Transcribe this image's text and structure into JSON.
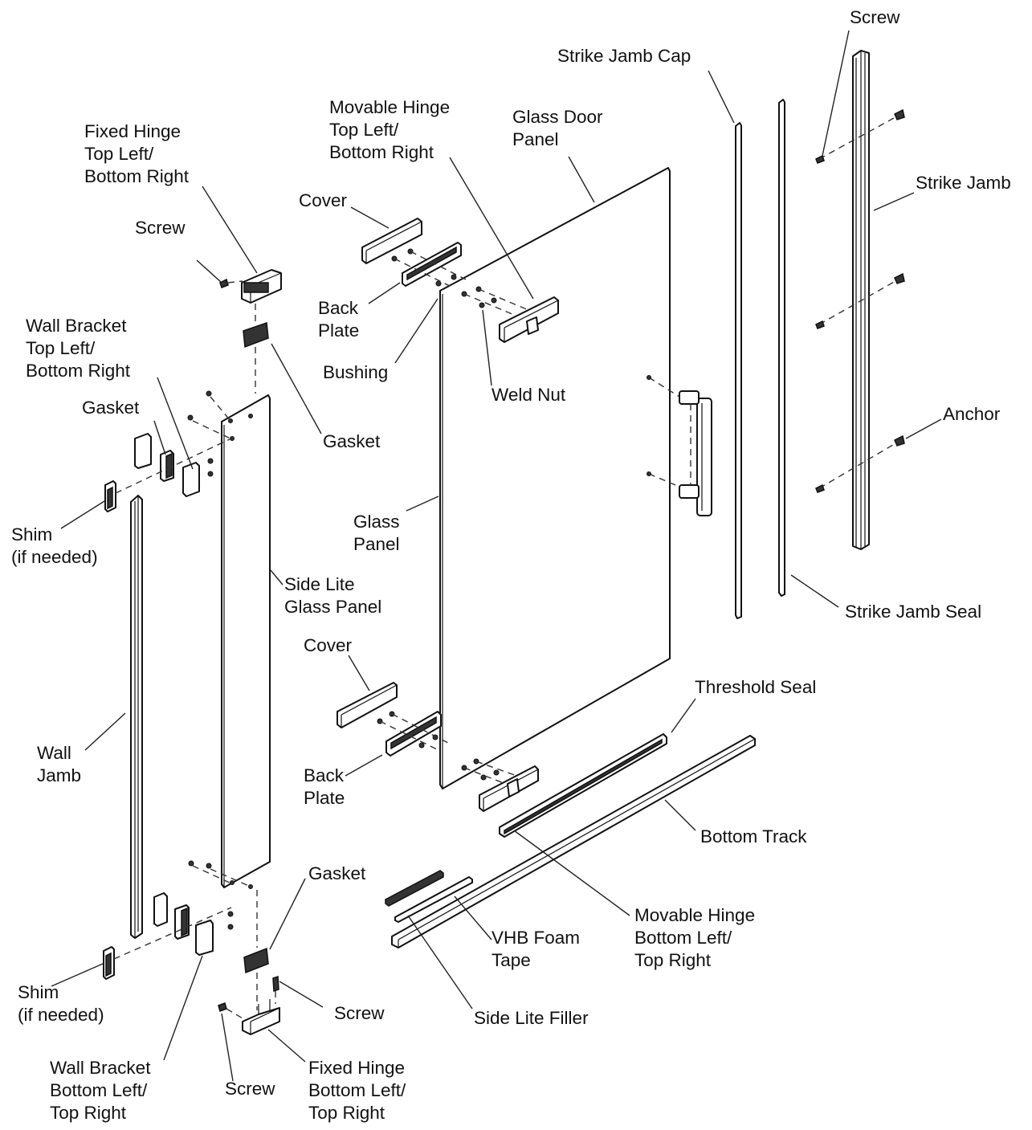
{
  "labels": {
    "screw_top_right": "Screw",
    "strike_jamb_cap": "Strike Jamb Cap",
    "movable_hinge_top": [
      "Movable Hinge",
      "Top Left/",
      "Bottom Right"
    ],
    "glass_door_panel": [
      "Glass Door",
      "Panel"
    ],
    "fixed_hinge_top": [
      "Fixed Hinge",
      "Top Left/",
      "Bottom Right"
    ],
    "strike_jamb": "Strike Jamb",
    "cover_top": "Cover",
    "screw_top_left": "Screw",
    "back_plate_top": [
      "Back",
      "Plate"
    ],
    "wall_bracket_top": [
      "Wall Bracket",
      "Top Left/",
      "Bottom Right"
    ],
    "bushing": "Bushing",
    "weld_nut": "Weld Nut",
    "gasket_left_top": "Gasket",
    "gasket_top": "Gasket",
    "anchor": "Anchor",
    "shim_top": [
      "Shim",
      "(if needed)"
    ],
    "glass_panel": [
      "Glass",
      "Panel"
    ],
    "side_lite_glass_panel": [
      "Side Lite",
      "Glass Panel"
    ],
    "strike_jamb_seal": "Strike Jamb Seal",
    "cover_bottom": "Cover",
    "threshold_seal": "Threshold Seal",
    "wall_jamb": [
      "Wall",
      "Jamb"
    ],
    "back_plate_bottom": [
      "Back",
      "Plate"
    ],
    "bottom_track": "Bottom Track",
    "gasket_bottom": "Gasket",
    "movable_hinge_bottom": [
      "Movable Hinge",
      "Bottom Left/",
      "Top Right"
    ],
    "vhb_foam_tape": [
      "VHB Foam",
      "Tape"
    ],
    "shim_bottom": [
      "Shim",
      "(if needed)"
    ],
    "screw_bottom_right": "Screw",
    "side_lite_filler": "Side Lite Filler",
    "wall_bracket_bottom": [
      "Wall Bracket",
      "Bottom Left/",
      "Top Right"
    ],
    "screw_bottom_left": "Screw",
    "fixed_hinge_bottom": [
      "Fixed Hinge",
      "Bottom Left/",
      "Top Right"
    ]
  }
}
